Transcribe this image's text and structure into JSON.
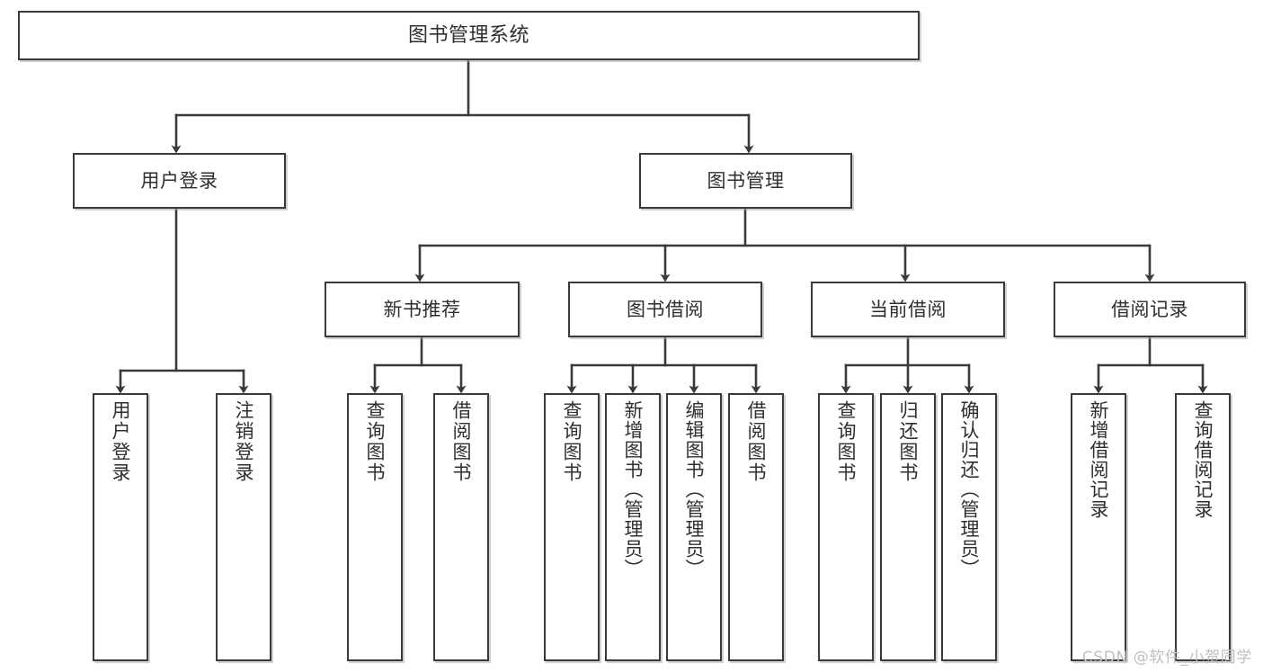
{
  "diagram": {
    "title": "图书管理系统",
    "type": "tree-hierarchy-diagram",
    "orientation": "top-down",
    "edge_style": "orthogonal-with-arrowheads",
    "colors": {
      "node_border": "#3a3a3a",
      "node_fill": "#ffffff",
      "edge": "#3a3a3a",
      "text": "#2f2f33",
      "background": "#ffffff",
      "watermark": "#bfbfbf"
    }
  },
  "root": {
    "label": "图书管理系统"
  },
  "level2": [
    {
      "label": "用户登录"
    },
    {
      "label": "图书管理"
    }
  ],
  "level3": [
    {
      "label": "新书推荐"
    },
    {
      "label": "图书借阅"
    },
    {
      "label": "当前借阅"
    },
    {
      "label": "借阅记录"
    }
  ],
  "leaves": {
    "user_login": [
      {
        "label": "用户登录"
      },
      {
        "label": "注销登录"
      }
    ],
    "new_book": [
      {
        "label": "查询图书"
      },
      {
        "label": "借阅图书"
      }
    ],
    "book_borrow": [
      {
        "label": "查询图书"
      },
      {
        "label": "新增图书（管理员）"
      },
      {
        "label": "编辑图书（管理员）"
      },
      {
        "label": "借阅图书"
      }
    ],
    "current_borrow": [
      {
        "label": "查询图书"
      },
      {
        "label": "归还图书"
      },
      {
        "label": "确认归还（管理员）"
      }
    ],
    "borrow_record": [
      {
        "label": "新增借阅记录"
      },
      {
        "label": "查询借阅记录"
      }
    ]
  },
  "watermark": {
    "text": "CSDN @软件_小贺同学"
  }
}
